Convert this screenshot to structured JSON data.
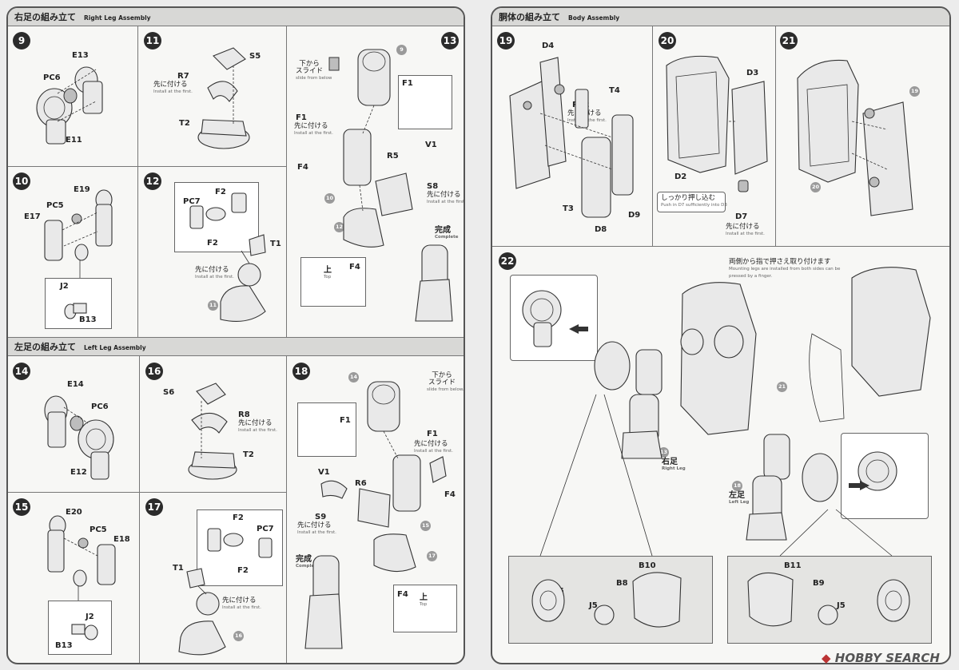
{
  "right_leg": {
    "title_jp": "右足の組み立て",
    "title_en": "Right Leg Assembly"
  },
  "left_leg": {
    "title_jp": "左足の組み立て",
    "title_en": "Left Leg Assembly"
  },
  "body": {
    "title_jp": "胴体の組み立て",
    "title_en": "Body Assembly"
  },
  "steps": {
    "s9": {
      "num": "9",
      "parts": [
        "E13",
        "PC6",
        "E11"
      ]
    },
    "s10": {
      "num": "10",
      "parts": [
        "E19",
        "PC5",
        "E17",
        "J2",
        "B13"
      ]
    },
    "s11": {
      "num": "11",
      "parts": [
        "S5",
        "R7",
        "T2"
      ],
      "note_jp": "先に付ける",
      "note_en": "Install at the first."
    },
    "s12": {
      "num": "12",
      "parts": [
        "F2",
        "PC7",
        "F2",
        "T1"
      ],
      "note_jp": "先に付ける",
      "note_en": "Install at the first.",
      "tag": "11"
    },
    "s13": {
      "num": "13",
      "parts": [
        "F1",
        "F4",
        "R5",
        "V1",
        "S8",
        "F1",
        "F4"
      ],
      "slide_jp": "下から\nスライド",
      "slide_en": "slide from below",
      "note_jp": "先に付ける",
      "note_en": "Install at the first.",
      "tags": [
        "9",
        "10",
        "12"
      ],
      "complete_jp": "完成",
      "complete_en": "Complete",
      "top_jp": "上",
      "top_en": "Top"
    },
    "s14": {
      "num": "14",
      "parts": [
        "E14",
        "PC6",
        "E12"
      ]
    },
    "s15": {
      "num": "15",
      "parts": [
        "E20",
        "PC5",
        "E18",
        "J2",
        "B13"
      ]
    },
    "s16": {
      "num": "16",
      "parts": [
        "S6",
        "R8",
        "T2"
      ],
      "note_jp": "先に付ける",
      "note_en": "Install at the first."
    },
    "s17": {
      "num": "17",
      "parts": [
        "F2",
        "PC7",
        "F2",
        "T1"
      ],
      "note_jp": "先に付ける",
      "note_en": "Install at the first.",
      "tag": "16"
    },
    "s18": {
      "num": "18",
      "parts": [
        "F1",
        "F1",
        "V1",
        "R6",
        "S9",
        "F4",
        "F4"
      ],
      "slide_jp": "下から\nスライド",
      "slide_en": "slide from below.",
      "note_jp": "先に付ける",
      "note_en": "Install at the first.",
      "tags": [
        "14",
        "15",
        "17"
      ],
      "complete_jp": "完成",
      "complete_en": "Complete",
      "top_jp": "上",
      "top_en": "Top"
    },
    "s19": {
      "num": "19",
      "parts": [
        "D4",
        "PC2",
        "T4",
        "T3",
        "D8",
        "D9"
      ],
      "note_jp": "先に付ける",
      "note_en": "Install at the first."
    },
    "s20": {
      "num": "20",
      "parts": [
        "D3",
        "D2",
        "D7"
      ],
      "press_jp": "しっかり押し込む",
      "press_en": "Push in D7 sufficiently into D3",
      "note_jp": "先に付ける",
      "note_en": "Install at the first."
    },
    "s21": {
      "num": "21",
      "tags": [
        "19",
        "20"
      ]
    },
    "s22": {
      "num": "22",
      "mount_jp": "両側から指で押さえ取り付けます",
      "mount_en": "Mounting legs are installed from both sides can be pressed by a finger.",
      "tags": [
        "21",
        "13",
        "18"
      ],
      "right_jp": "右足",
      "right_en": "Right Leg",
      "left_jp": "左足",
      "left_en": "Left Leg",
      "parts_left": [
        "B10",
        "B8",
        "J5",
        "J5"
      ],
      "parts_right": [
        "B11",
        "B9",
        "J5",
        "J5"
      ]
    }
  },
  "watermark": {
    "brand": "HOBBY SEARCH"
  }
}
